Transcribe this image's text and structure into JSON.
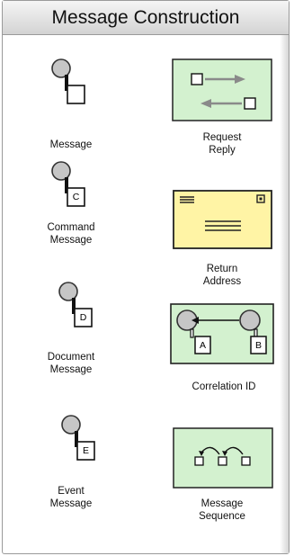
{
  "header": {
    "title": "Message Construction"
  },
  "items": [
    {
      "id": "message",
      "label": "Message"
    },
    {
      "id": "command-message",
      "label": "Command\nMessage",
      "letter": "C"
    },
    {
      "id": "document-message",
      "label": "Document\nMessage",
      "letter": "D"
    },
    {
      "id": "event-message",
      "label": "Event\nMessage",
      "letter": "E"
    },
    {
      "id": "request-reply",
      "label": "Request\nReply"
    },
    {
      "id": "return-address",
      "label": "Return\nAddress"
    },
    {
      "id": "correlation-id",
      "label": "Correlation ID",
      "letters": [
        "A",
        "B"
      ]
    },
    {
      "id": "message-sequence",
      "label": "Message\nSequence"
    }
  ],
  "colors": {
    "green_fill": "#d3f1cf",
    "green_border": "#222222",
    "yellow_fill": "#fff4a5",
    "circle_fill": "#c6c6c6",
    "arrow_gray": "#8a8a8a"
  }
}
